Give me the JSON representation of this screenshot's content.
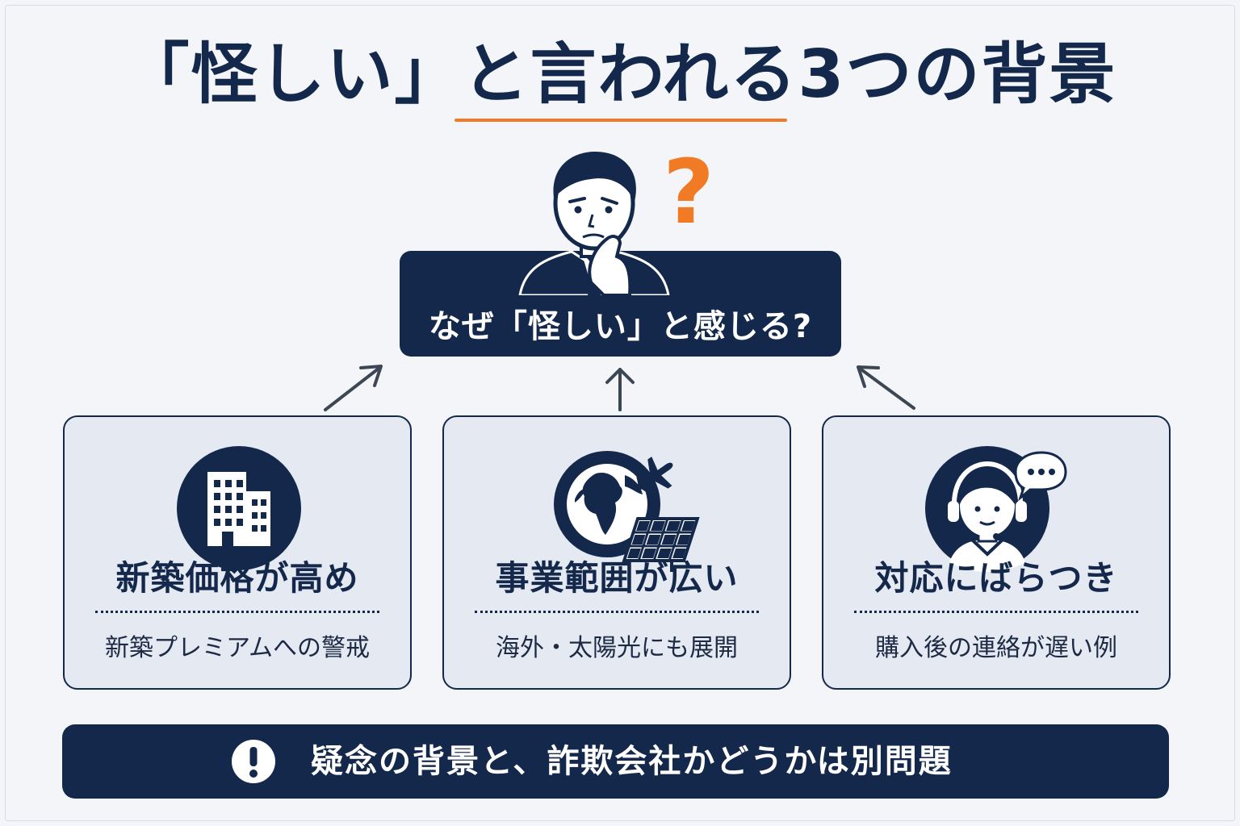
{
  "title": "「怪しい」と言われる3つの背景",
  "center": {
    "label": "なぜ「怪しい」と感じる?",
    "question_mark": "?"
  },
  "cards": [
    {
      "title": "新築価格が高め",
      "description": "新築プレミアムへの警戒",
      "icon": "building-icon"
    },
    {
      "title": "事業範囲が広い",
      "description": "海外・太陽光にも展開",
      "icon": "globe-airplane-solar-icon"
    },
    {
      "title": "対応にばらつき",
      "description": "購入後の連絡が遅い例",
      "icon": "support-operator-icon"
    }
  ],
  "notice": {
    "text": "疑念の背景と、詐欺会社かどうかは別問題",
    "icon": "exclamation-icon"
  },
  "colors": {
    "navy": "#14284b",
    "accent_orange": "#f07b24",
    "card_bg": "#e5e9f2",
    "page_bg": "#f3f5f9"
  }
}
